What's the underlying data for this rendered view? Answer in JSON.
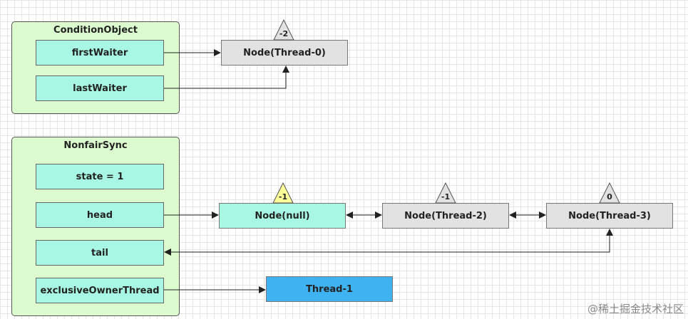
{
  "condition_object": {
    "title": "ConditionObject",
    "first_waiter": "firstWaiter",
    "last_waiter": "lastWaiter"
  },
  "nonfair_sync": {
    "title": "NonfairSync",
    "state": "state = 1",
    "head": "head",
    "tail": "tail",
    "exclusive_owner_thread": "exclusiveOwnerThread"
  },
  "nodes": {
    "thread0": {
      "label": "Node(Thread-0)",
      "status": "-2"
    },
    "null_node": {
      "label": "Node(null)",
      "status": "-1"
    },
    "thread2": {
      "label": "Node(Thread-2)",
      "status": "-1"
    },
    "thread3": {
      "label": "Node(Thread-3)",
      "status": "0"
    }
  },
  "owner": {
    "label": "Thread-1"
  },
  "watermark": "@稀土掘金技术社区",
  "colors": {
    "group_fill": "#dcfcd0",
    "field_fill": "#a8f7e4",
    "node_fill": "#e2e2e2",
    "owner_fill": "#3fb2f2",
    "status_highlight": "#ffff99",
    "status_default": "#e2e2e2"
  }
}
